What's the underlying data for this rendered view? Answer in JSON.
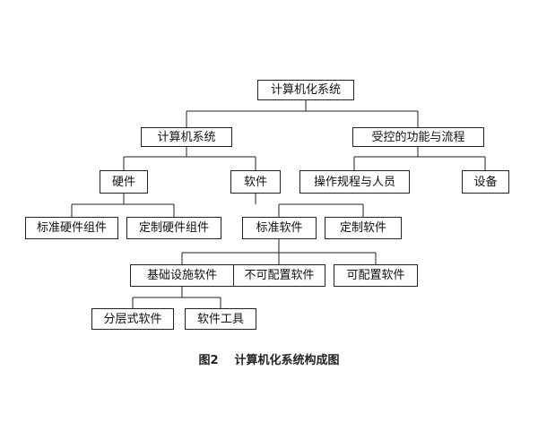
{
  "diagram": {
    "nodes": {
      "root": "计算机化系统",
      "computer_system": "计算机系统",
      "controlled_functions": "受控的功能与流程",
      "hardware": "硬件",
      "software": "软件",
      "procedures_people": "操作规程与人员",
      "equipment": "设备",
      "std_hardware": "标准硬件组件",
      "custom_hardware": "定制硬件组件",
      "std_software": "标准软件",
      "custom_software": "定制软件",
      "infrastructure_software": "基础设施软件",
      "non_configurable": "不可配置软件",
      "configurable": "可配置软件",
      "layered_software": "分层式软件",
      "software_tools": "软件工具"
    },
    "caption": {
      "number": "图2",
      "title": "计算机化系统构成图"
    }
  }
}
